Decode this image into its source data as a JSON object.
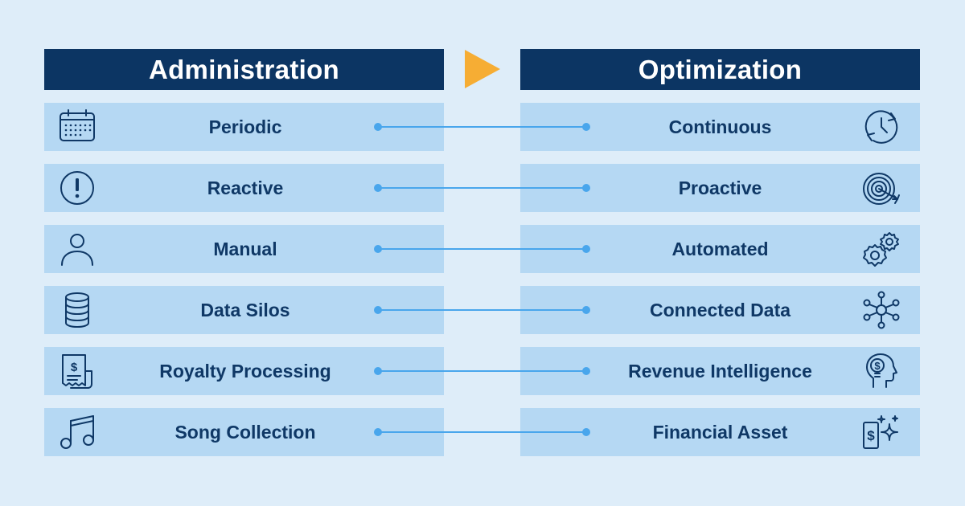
{
  "headers": {
    "left": "Administration",
    "right": "Optimization"
  },
  "colors": {
    "background": "#deedf9",
    "header": "#0c3563",
    "row": "#b5d8f3",
    "text": "#0f3866",
    "connector": "#49a6ec",
    "arrow": "#f6ad34"
  },
  "rows": [
    {
      "left": "Periodic",
      "right": "Continuous",
      "left_icon": "calendar-icon",
      "right_icon": "clock-cycle-icon"
    },
    {
      "left": "Reactive",
      "right": "Proactive",
      "left_icon": "exclamation-icon",
      "right_icon": "target-icon"
    },
    {
      "left": "Manual",
      "right": "Automated",
      "left_icon": "person-icon",
      "right_icon": "gears-icon"
    },
    {
      "left": "Data Silos",
      "right": "Connected Data",
      "left_icon": "database-icon",
      "right_icon": "network-icon"
    },
    {
      "left": "Royalty Processing",
      "right": "Revenue Intelligence",
      "left_icon": "receipt-icon",
      "right_icon": "head-dollar-icon"
    },
    {
      "left": "Song Collection",
      "right": "Financial Asset",
      "left_icon": "music-note-icon",
      "right_icon": "money-sparkle-icon"
    }
  ]
}
